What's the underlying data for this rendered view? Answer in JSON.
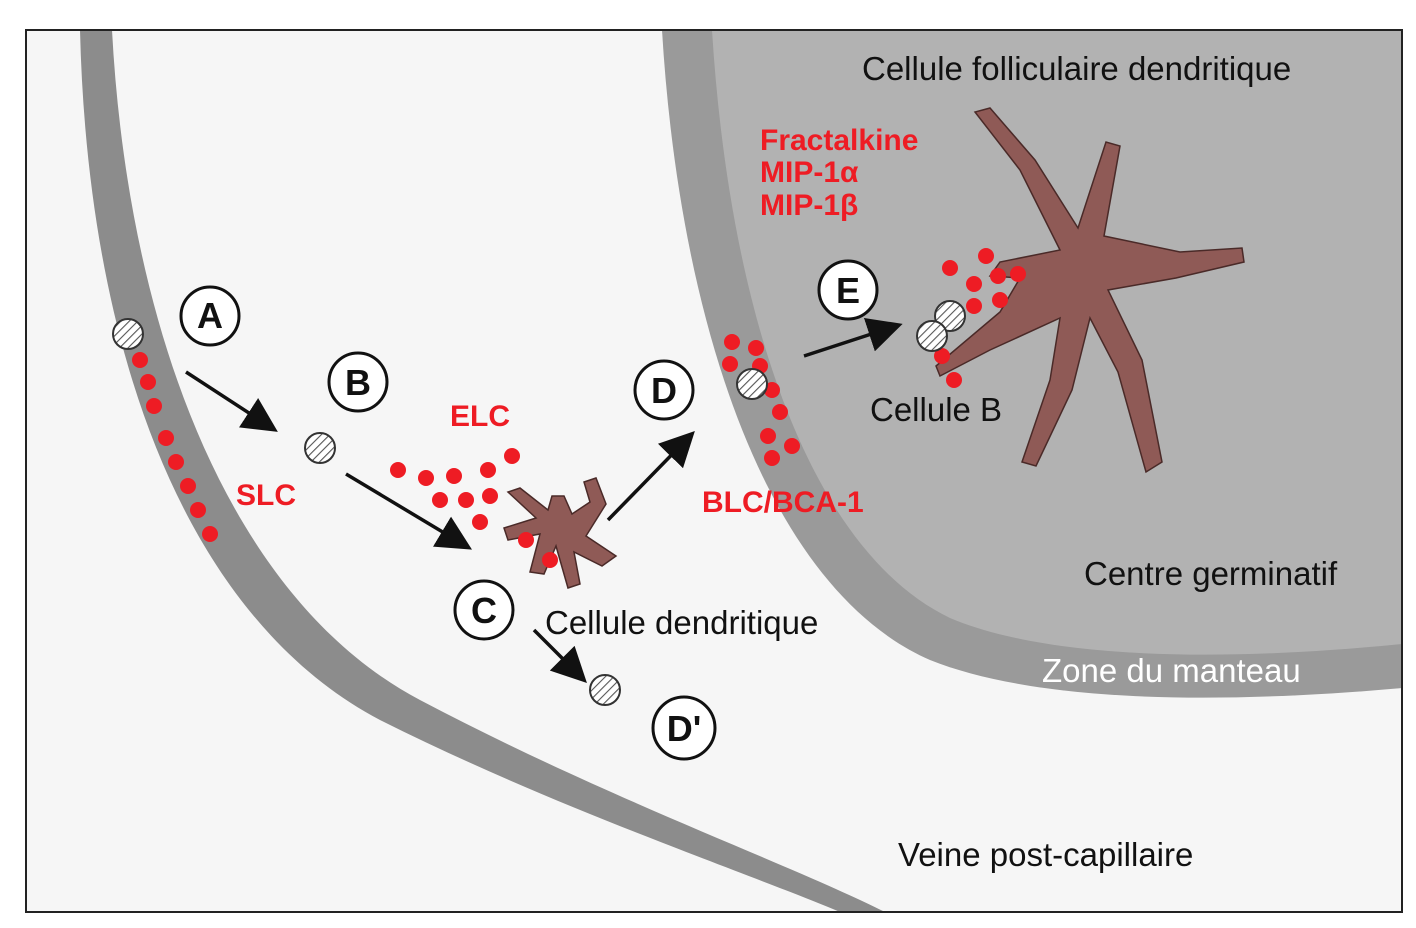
{
  "colors": {
    "chemokine": "#ee1c24",
    "cell_body": "#8f5a56",
    "cell_outline": "#4a2a28",
    "vessel_wall": "#8c8c8c",
    "germinal_center": "#aaaaaa",
    "background": "#f5f5f5"
  },
  "regions": {
    "follicular_dendritic_cell": "Cellule folliculaire dendritique",
    "germinal_center": "Centre germinatif",
    "mantle_zone": "Zone du manteau",
    "post_capillary_vein": "Veine post-capillaire",
    "dendritic_cell": "Cellule dendritique",
    "b_cell": "Cellule B"
  },
  "chemokines": {
    "slc": "SLC",
    "elc": "ELC",
    "blc": "BLC/BCA-1",
    "fractalkine": "Fractalkine",
    "mip1a": "MIP-1α",
    "mip1b": "MIP-1β"
  },
  "steps": {
    "a": "A",
    "b": "B",
    "c": "C",
    "d": "D",
    "d_prime": "D'",
    "e": "E"
  }
}
